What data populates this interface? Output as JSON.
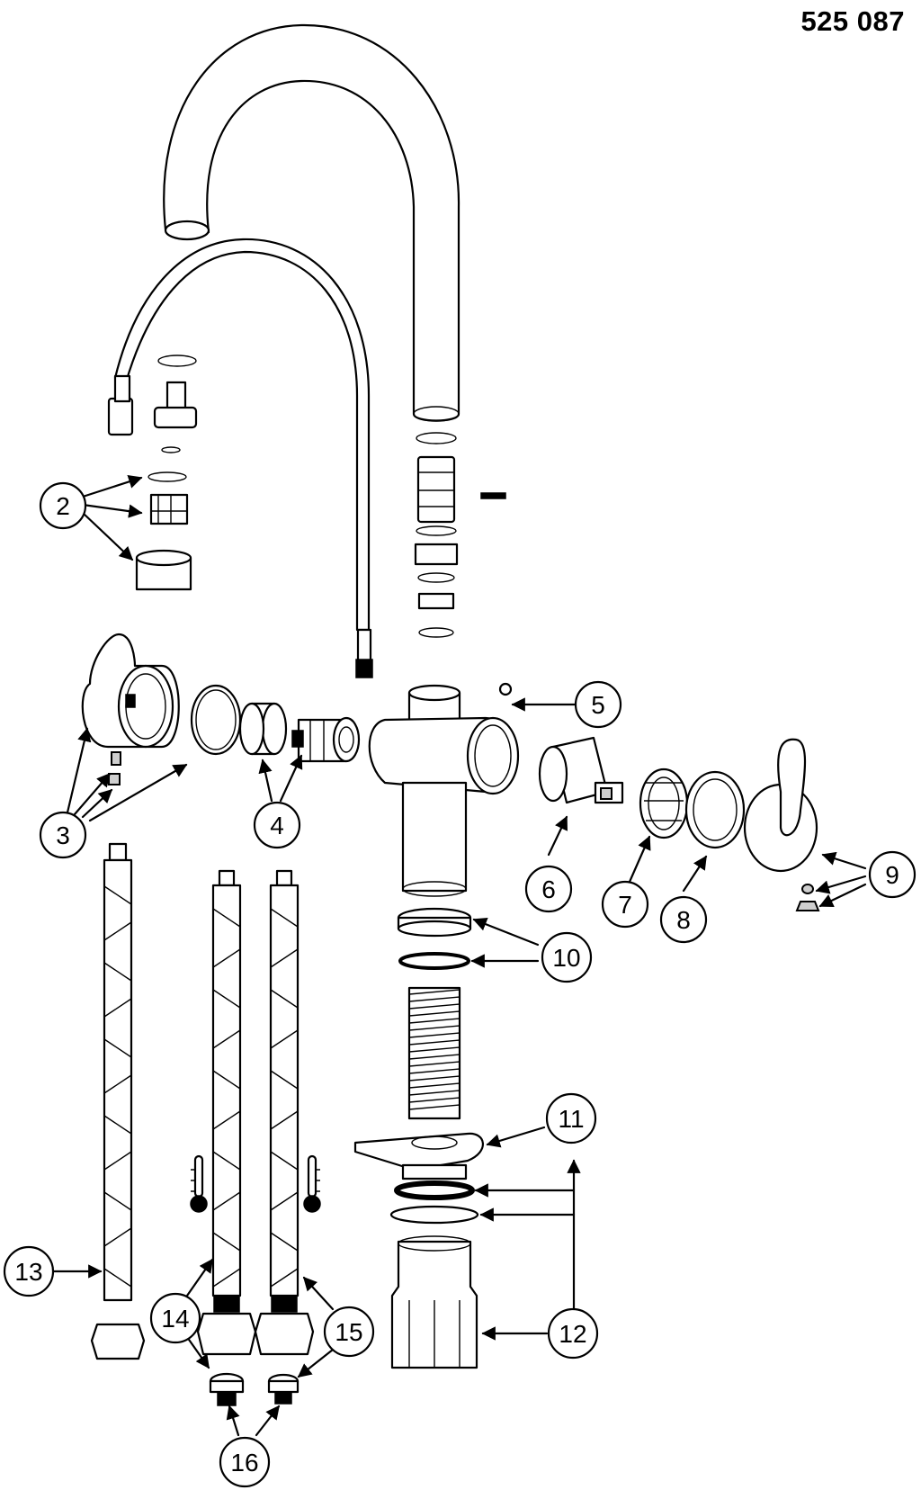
{
  "document_number": "525 087",
  "callouts": [
    {
      "id": "callout-2",
      "label": "2"
    },
    {
      "id": "callout-3",
      "label": "3"
    },
    {
      "id": "callout-4",
      "label": "4"
    },
    {
      "id": "callout-5",
      "label": "5"
    },
    {
      "id": "callout-6",
      "label": "6"
    },
    {
      "id": "callout-7",
      "label": "7"
    },
    {
      "id": "callout-8",
      "label": "8"
    },
    {
      "id": "callout-9",
      "label": "9"
    },
    {
      "id": "callout-10",
      "label": "10"
    },
    {
      "id": "callout-11",
      "label": "11"
    },
    {
      "id": "callout-12",
      "label": "12"
    },
    {
      "id": "callout-13",
      "label": "13"
    },
    {
      "id": "callout-14",
      "label": "14"
    },
    {
      "id": "callout-15",
      "label": "15"
    },
    {
      "id": "callout-16",
      "label": "16"
    }
  ]
}
